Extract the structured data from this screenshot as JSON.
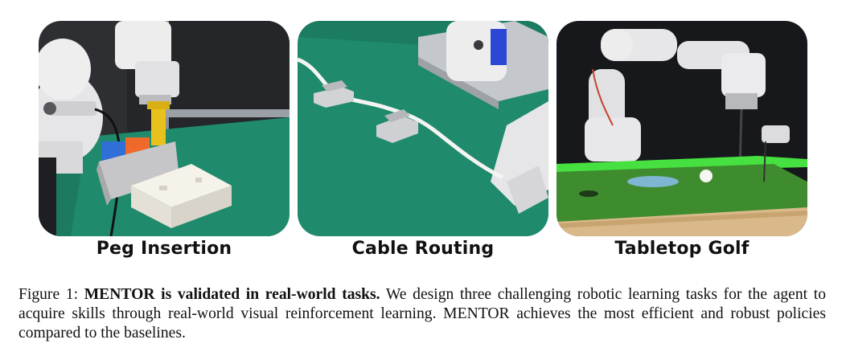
{
  "figure": {
    "panels": [
      {
        "id": "peg",
        "label": "Peg Insertion"
      },
      {
        "id": "cable",
        "label": "Cable Routing"
      },
      {
        "id": "golf",
        "label": "Tabletop Golf"
      }
    ]
  },
  "caption": {
    "prefix": "Figure 1: ",
    "bold": "MENTOR is validated in real-world tasks.",
    "text": " We design three challenging robotic learning tasks for the agent to acquire skills through real-world visual reinforcement learning. MENTOR achieves the most efficient and robust policies compared to the baselines."
  },
  "colors": {
    "mat_green": "#1f8a6c",
    "turf_green": "#3f8f2f",
    "robot_white": "#e9e9ea"
  }
}
